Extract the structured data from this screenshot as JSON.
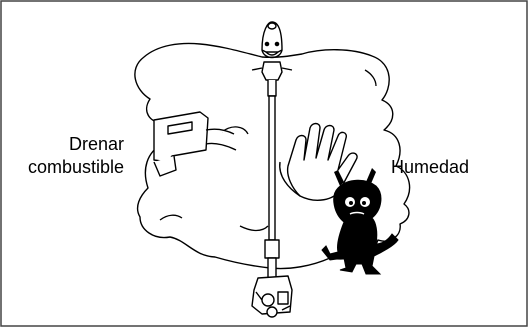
{
  "labels": {
    "drain_line1": "Drenar",
    "drain_line2": "combustible",
    "humidity": "Humedad"
  },
  "colors": {
    "stroke": "#000000",
    "background": "#ffffff",
    "frame": "#444444"
  },
  "icons": [
    "fuel-can-icon",
    "stop-hand-icon",
    "moisture-monster-icon",
    "trimmer-tool-icon"
  ]
}
